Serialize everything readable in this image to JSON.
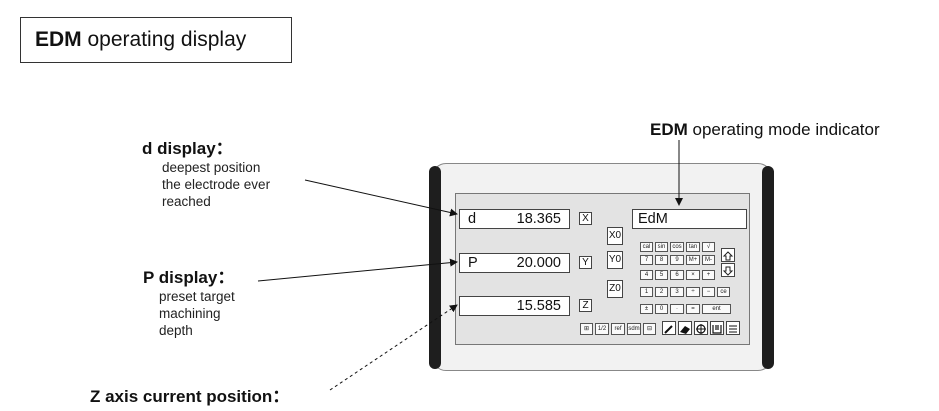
{
  "title": {
    "bold": "EDM",
    "rest": " operating display"
  },
  "labels": {
    "d": {
      "head": "d display：",
      "lines": [
        "deepest position",
        "the electrode ever",
        "reached"
      ]
    },
    "p": {
      "head": "P display：",
      "lines": [
        "preset target",
        "machining",
        "depth"
      ]
    },
    "z": {
      "head": "Z axis current position："
    },
    "mode": {
      "bold": "EDM",
      "rest": " operating mode indicator"
    }
  },
  "device": {
    "displays": [
      {
        "prefix": "d",
        "value": "18.365",
        "axis": "X"
      },
      {
        "prefix": "P",
        "value": "20.000",
        "axis": "Y"
      },
      {
        "prefix": "",
        "value": "15.585",
        "axis": "Z"
      }
    ],
    "mode_display": "EdM",
    "zero_buttons": [
      "X0",
      "Y0",
      "Z0"
    ],
    "keypad": {
      "row1": [
        "cal",
        "sin",
        "cos",
        "tan",
        "√"
      ],
      "row2": [
        "7",
        "8",
        "9",
        "M+",
        "M-"
      ],
      "row3": [
        "4",
        "5",
        "6",
        "×",
        "+"
      ],
      "row4": [
        "1",
        "2",
        "3",
        "÷",
        "−",
        "ce"
      ],
      "row5": [
        "±",
        "0",
        "·",
        "=",
        "ent"
      ],
      "arrows": [
        "up-arrow-icon",
        "down-arrow-icon"
      ]
    },
    "function_keys": [
      "⊞",
      "1/2",
      "ref",
      "sdm",
      "⊟"
    ],
    "icon_keys": [
      "pencil-icon",
      "eraser-icon",
      "bolt-hole-icon",
      "measure-icon",
      "settings-icon"
    ]
  }
}
